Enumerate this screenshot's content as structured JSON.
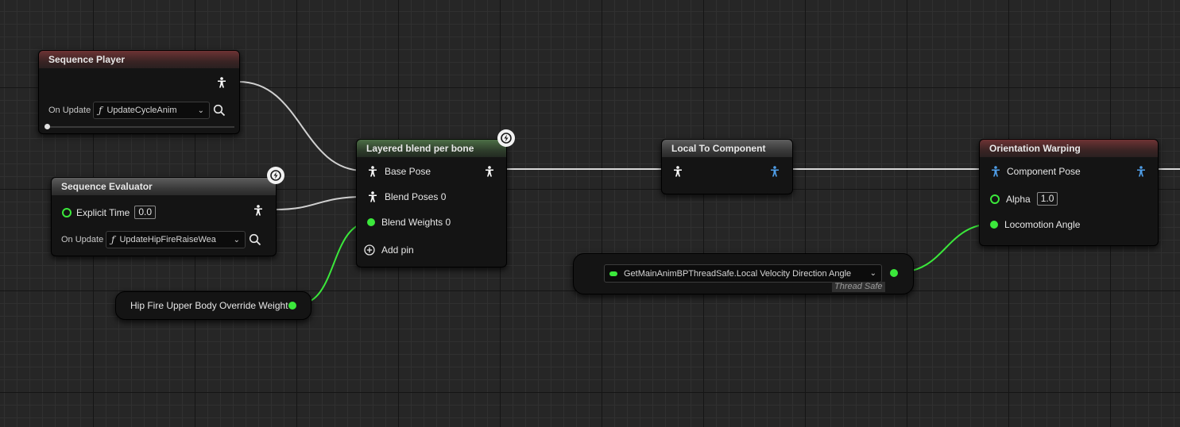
{
  "nodes": {
    "sequence_player": {
      "title": "Sequence Player",
      "on_update_label": "On Update",
      "function": "UpdateCycleAnim"
    },
    "sequence_evaluator": {
      "title": "Sequence Evaluator",
      "explicit_time_label": "Explicit Time",
      "explicit_time_value": "0.0",
      "on_update_label": "On Update",
      "function": "UpdateHipFireRaiseWea"
    },
    "layered_blend": {
      "title": "Layered blend per bone",
      "base_pose": "Base Pose",
      "blend_poses": "Blend Poses 0",
      "blend_weights": "Blend Weights 0",
      "add_pin": "Add pin"
    },
    "hip_fire_var": {
      "label": "Hip Fire Upper Body Override Weight"
    },
    "local_to_component": {
      "title": "Local To Component"
    },
    "get_main_anim": {
      "label": "GetMainAnimBPThreadSafe.Local Velocity Direction Angle",
      "badge": "Thread Safe"
    },
    "orientation_warping": {
      "title": "Orientation Warping",
      "component_pose": "Component Pose",
      "alpha_label": "Alpha",
      "alpha_value": "1.0",
      "locomotion_angle": "Locomotion Angle"
    }
  },
  "colors": {
    "float_pin": "#3be83b",
    "component_pose": "#4f9ee8",
    "local_pose": "#ffffff",
    "wire_pose": "#d8d8d8",
    "header_red": "#6e3334",
    "header_green": "#4c6e46",
    "header_gray": "#5e5e5e"
  },
  "icons": {
    "pose": "person-icon",
    "fast_path": "lightning-icon",
    "search": "magnifier-icon",
    "function": "function-f-icon",
    "add": "plus-circle-icon"
  }
}
